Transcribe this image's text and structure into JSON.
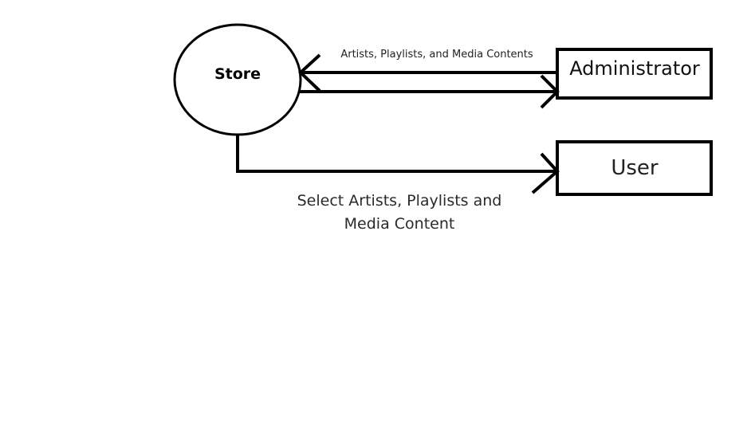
{
  "diagram": {
    "nodes": {
      "store": "Store",
      "administrator": "Administrator",
      "user": "User"
    },
    "flows": {
      "admin_to_store": "Artists, Playlists, and Media Contents",
      "store_to_user": "Select Artists, Playlists and Media Content"
    }
  }
}
